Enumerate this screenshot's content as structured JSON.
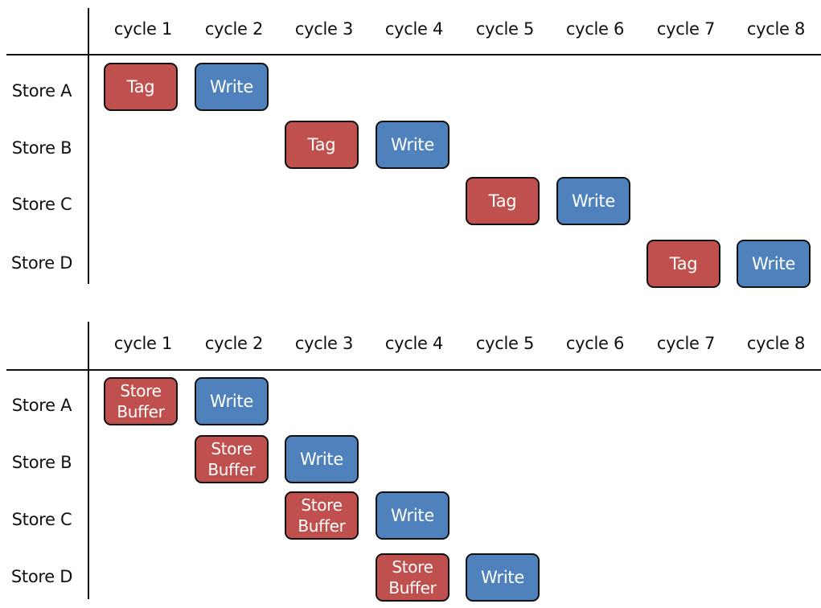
{
  "cycles": [
    "cycle 1",
    "cycle 2",
    "cycle 3",
    "cycle 4",
    "cycle 5",
    "cycle 6",
    "cycle 7",
    "cycle 8"
  ],
  "stores": [
    "Store A",
    "Store B",
    "Store C",
    "Store D"
  ],
  "ops": {
    "tag": "Tag",
    "write": "Write",
    "store_buffer": "Store Buffer"
  },
  "colors": {
    "tag": "#c0504d",
    "write": "#4f81bd",
    "store_buffer": "#c0504d"
  },
  "tables": [
    {
      "name": "top",
      "schedule": [
        {
          "store": "Store A",
          "ops": [
            {
              "kind": "tag",
              "cycle": 1
            },
            {
              "kind": "write",
              "cycle": 2
            }
          ]
        },
        {
          "store": "Store B",
          "ops": [
            {
              "kind": "tag",
              "cycle": 3
            },
            {
              "kind": "write",
              "cycle": 4
            }
          ]
        },
        {
          "store": "Store C",
          "ops": [
            {
              "kind": "tag",
              "cycle": 5
            },
            {
              "kind": "write",
              "cycle": 6
            }
          ]
        },
        {
          "store": "Store D",
          "ops": [
            {
              "kind": "tag",
              "cycle": 7
            },
            {
              "kind": "write",
              "cycle": 8
            }
          ]
        }
      ]
    },
    {
      "name": "bottom",
      "schedule": [
        {
          "store": "Store A",
          "ops": [
            {
              "kind": "store_buffer",
              "cycle": 1
            },
            {
              "kind": "write",
              "cycle": 2
            }
          ]
        },
        {
          "store": "Store B",
          "ops": [
            {
              "kind": "store_buffer",
              "cycle": 2
            },
            {
              "kind": "write",
              "cycle": 3
            }
          ]
        },
        {
          "store": "Store C",
          "ops": [
            {
              "kind": "store_buffer",
              "cycle": 3
            },
            {
              "kind": "write",
              "cycle": 4
            }
          ]
        },
        {
          "store": "Store D",
          "ops": [
            {
              "kind": "store_buffer",
              "cycle": 4
            },
            {
              "kind": "write",
              "cycle": 5
            }
          ]
        }
      ]
    }
  ]
}
